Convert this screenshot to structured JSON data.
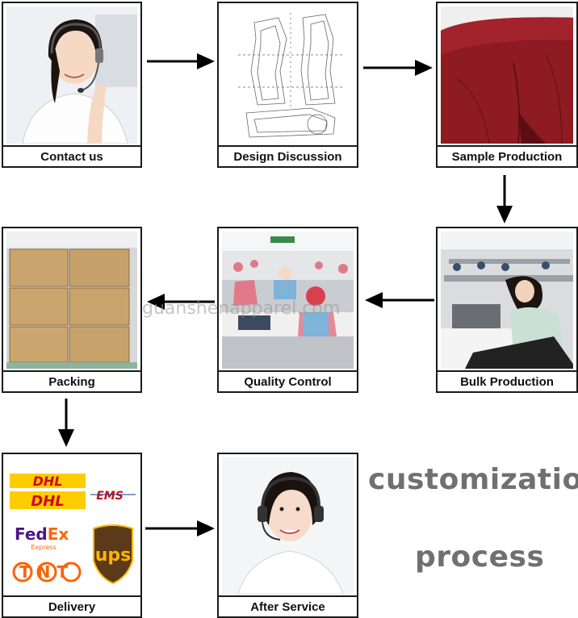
{
  "steps": [
    {
      "label": "Contact us"
    },
    {
      "label": "Design Discussion"
    },
    {
      "label": "Sample Production"
    },
    {
      "label": "Bulk Production"
    },
    {
      "label": "Quality Control"
    },
    {
      "label": "Packing"
    },
    {
      "label": "Delivery"
    },
    {
      "label": "After Service"
    }
  ],
  "headline": {
    "line1": "customization",
    "line2": "process"
  },
  "watermark": "guanshenapparel.com",
  "logos": {
    "dhl": "DHL",
    "ems": "EMS",
    "fedex_fed": "Fed",
    "fedex_ex": "Ex",
    "fedex_sub": "Express",
    "ups": "ups",
    "tnt": "TNT"
  },
  "colors": {
    "border": "#1a1a1a",
    "headline": "#707070",
    "dhl_yellow": "#ffcc00",
    "dhl_red": "#d40511",
    "fedex_purple": "#4d148c",
    "fedex_orange": "#ff6600",
    "ups_brown": "#5a3a1a",
    "ups_gold": "#ffb500",
    "tnt_orange": "#ff6200"
  }
}
